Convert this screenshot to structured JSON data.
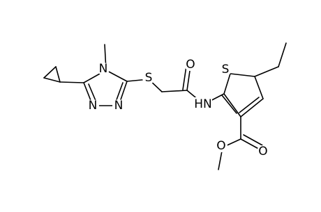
{
  "molecule": {
    "atoms": {
      "n_ring_top": "N",
      "n_ring_left": "N",
      "n_ring_right": "N",
      "sulfur_linker": "S",
      "carbonyl_oxygen": "O",
      "amide_nh": "HN",
      "thiophene_sulfur": "S",
      "ester_oxygen_double": "O",
      "ester_oxygen_single": "O"
    }
  }
}
